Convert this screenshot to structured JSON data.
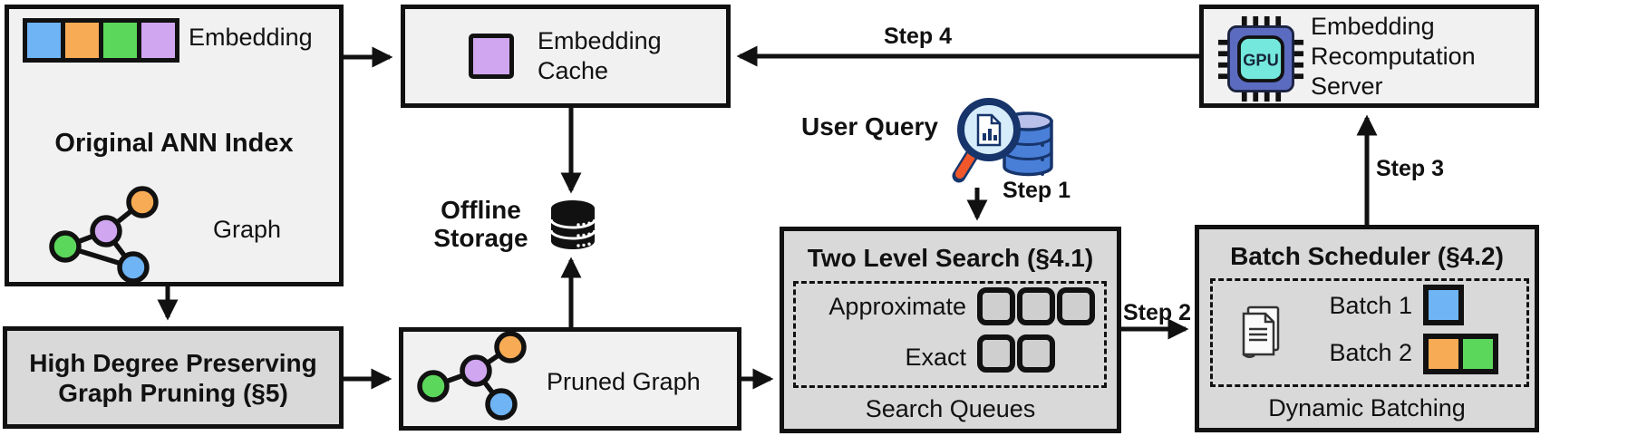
{
  "colors": {
    "blue": "#6fb4f5",
    "orange": "#f7ab54",
    "green": "#5bd75b",
    "purple": "#cfa6ef",
    "box-light": "#f1f1f2",
    "box-dark": "#d9d9da",
    "gpu-body": "#5b6cc0",
    "gpu-core": "#74e8dc",
    "db-blue": "#4a7fd8",
    "db-top": "#b9c0ea",
    "lens": "#d6ecfa",
    "handle": "#f2572a",
    "rim": "#17356b"
  },
  "icons": {
    "ann_graph": "graph-nodes-icon",
    "pruned_graph": "graph-nodes-icon",
    "embedding_cache": "embedding-square-icon",
    "gpu": "gpu-chip-icon",
    "offline_storage": "database-icon",
    "user_query": "magnifier-database-icon",
    "batch_docs": "documents-stack-icon"
  },
  "ann_index": {
    "title": "Original ANN Index",
    "embedding_label": "Embedding",
    "graph_label": "Graph",
    "embedding_squares": [
      "blue",
      "orange",
      "green",
      "purple"
    ]
  },
  "embedding_cache": {
    "label": "Embedding Cache"
  },
  "recomputation_server": {
    "label": "Embedding Recomputation Server",
    "gpu_text": "GPU"
  },
  "offline_storage": {
    "label": "Offline Storage"
  },
  "user_query": {
    "label": "User Query"
  },
  "high_degree_pruning": {
    "title": "High Degree Preserving Graph Pruning (§5)"
  },
  "pruned_graph": {
    "label": "Pruned Graph"
  },
  "two_level_search": {
    "title": "Two Level Search (§4.1)",
    "approximate_label": "Approximate",
    "exact_label": "Exact",
    "footer": "Search Queues",
    "approximate_queue_count": 3,
    "exact_queue_count": 2
  },
  "batch_scheduler": {
    "title": "Batch Scheduler (§4.2)",
    "batch1_label": "Batch 1",
    "batch2_label": "Batch 2",
    "footer": "Dynamic Batching",
    "batch1_colors": [
      "blue"
    ],
    "batch2_colors": [
      "orange",
      "green"
    ]
  },
  "steps": {
    "step1": "Step 1",
    "step2": "Step 2",
    "step3": "Step 3",
    "step4": "Step 4"
  }
}
